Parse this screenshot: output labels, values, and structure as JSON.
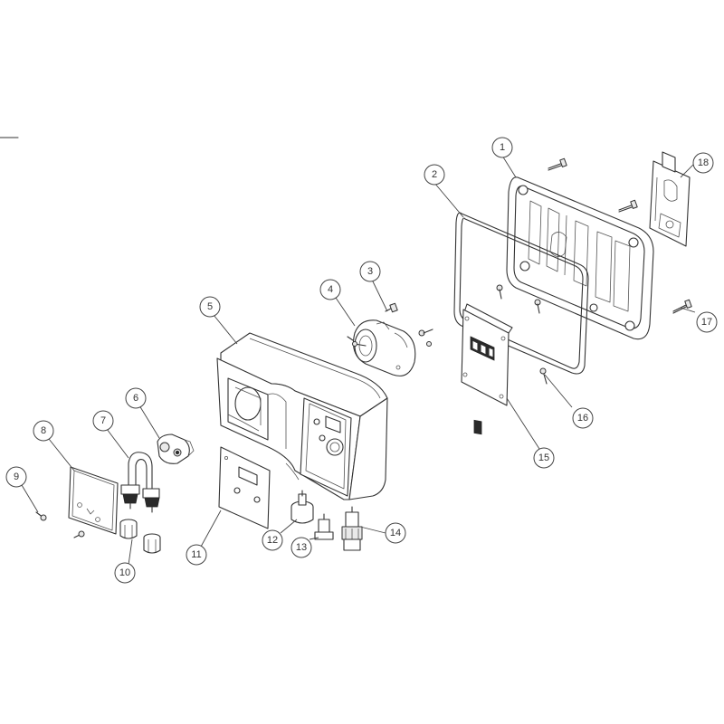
{
  "diagram": {
    "callouts": [
      {
        "id": "1",
        "label": "1"
      },
      {
        "id": "2",
        "label": "2"
      },
      {
        "id": "3",
        "label": "3"
      },
      {
        "id": "4",
        "label": "4"
      },
      {
        "id": "5",
        "label": "5"
      },
      {
        "id": "6",
        "label": "6"
      },
      {
        "id": "7",
        "label": "7"
      },
      {
        "id": "8",
        "label": "8"
      },
      {
        "id": "9",
        "label": "9"
      },
      {
        "id": "10",
        "label": "10"
      },
      {
        "id": "11",
        "label": "11"
      },
      {
        "id": "12",
        "label": "12"
      },
      {
        "id": "13",
        "label": "13"
      },
      {
        "id": "14",
        "label": "14"
      },
      {
        "id": "15",
        "label": "15"
      },
      {
        "id": "16",
        "label": "16"
      },
      {
        "id": "17",
        "label": "17"
      },
      {
        "id": "18",
        "label": "18"
      }
    ],
    "line_color": "#333333",
    "background": "#ffffff"
  }
}
